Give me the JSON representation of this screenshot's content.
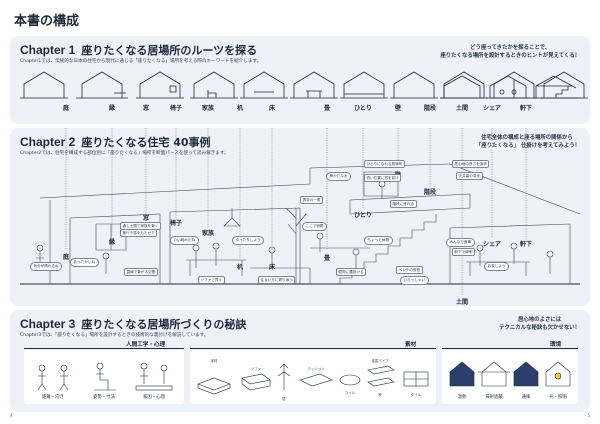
{
  "page_title": "本書の構成",
  "ch1": {
    "num": "Chapter 1",
    "title": "座りたくなる居場所のルーツを探る",
    "desc": "Chapter1では、伝統的な日本の住宅から現代に通じる「座りたくなる」場所を考える際のキーワードを紹介します。",
    "aside_l1": "どう座ってきたかを探ることで、",
    "aside_l2": "座りたくなる場所を設計するときのヒントが見えてくる！",
    "keywords": [
      "庭",
      "縁",
      "窓",
      "椅子",
      "家族",
      "机",
      "床",
      "畳",
      "ひとり",
      "壁",
      "階段",
      "土間",
      "シェア",
      "軒下"
    ]
  },
  "ch2": {
    "num": "Chapter 2",
    "title": "座りたくなる住宅 40事例",
    "desc": "Chapter2では、住宅を構成する部位別に「座りたくなる」場所を断面パースを使って読み解きます。",
    "aside_l1": "住宅全体の構成と座る場所の関係から",
    "aside_hl": "「座りたくなる」",
    "aside_l2": "仕掛けを考えてみよう！",
    "labels": [
      "窓",
      "縁",
      "椅子",
      "家族",
      "庭",
      "机",
      "床",
      "畳",
      "ひとり",
      "壁",
      "階段",
      "シェア",
      "軒下",
      "土間"
    ],
    "notes": [
      "通し土間で家族を繋ぐ",
      "奥行き感をもたせた",
      "直線で繋がる空間",
      "ひとりになれる居場所",
      "住まい方に寄り添う",
      "低い位置に窓を設け",
      "ソファで寛ぐ",
      "階段に座れる",
      "居心地の良さを追求",
      "書斎の一角",
      "壁際に腰掛ける",
      "ベンチの役割",
      "軒下で縁側",
      "天井高の変化"
    ],
    "bubbles": [
      "気分が晴れるね",
      "あったかいね",
      "いい眺めだね",
      "ゆったりしよう",
      "静かだなぁ",
      "ここで宿題",
      "ちょっと休憩",
      "いらっしゃい",
      "みんなで食事",
      "お茶しよう"
    ]
  },
  "ch3": {
    "num": "Chapter 3",
    "title": "座りたくなる居場所づくりの秘訣",
    "desc": "Chapter3では、「座りたくなる」場所を設計するときの技術的な裏付けを解説しています。",
    "aside_l1": "居心地のよさには",
    "aside_l2": "テクニカルな秘訣も欠かせない！",
    "groups": {
      "ergonomics": {
        "title": "人間工学・心理",
        "items": [
          "距離・向き",
          "姿勢・寸法",
          "家因・心理"
        ]
      },
      "materials": {
        "title": "素材",
        "items": [
          "床材",
          "ソファ",
          "壁",
          "クッション",
          "コイル",
          "金属パイプ",
          "鉄",
          "タイル"
        ]
      },
      "environment": {
        "title": "環境",
        "items": [
          "温熱",
          "日射遮蔽",
          "通風",
          "光・照明"
        ]
      }
    }
  },
  "page_left": "4",
  "page_right": "5"
}
